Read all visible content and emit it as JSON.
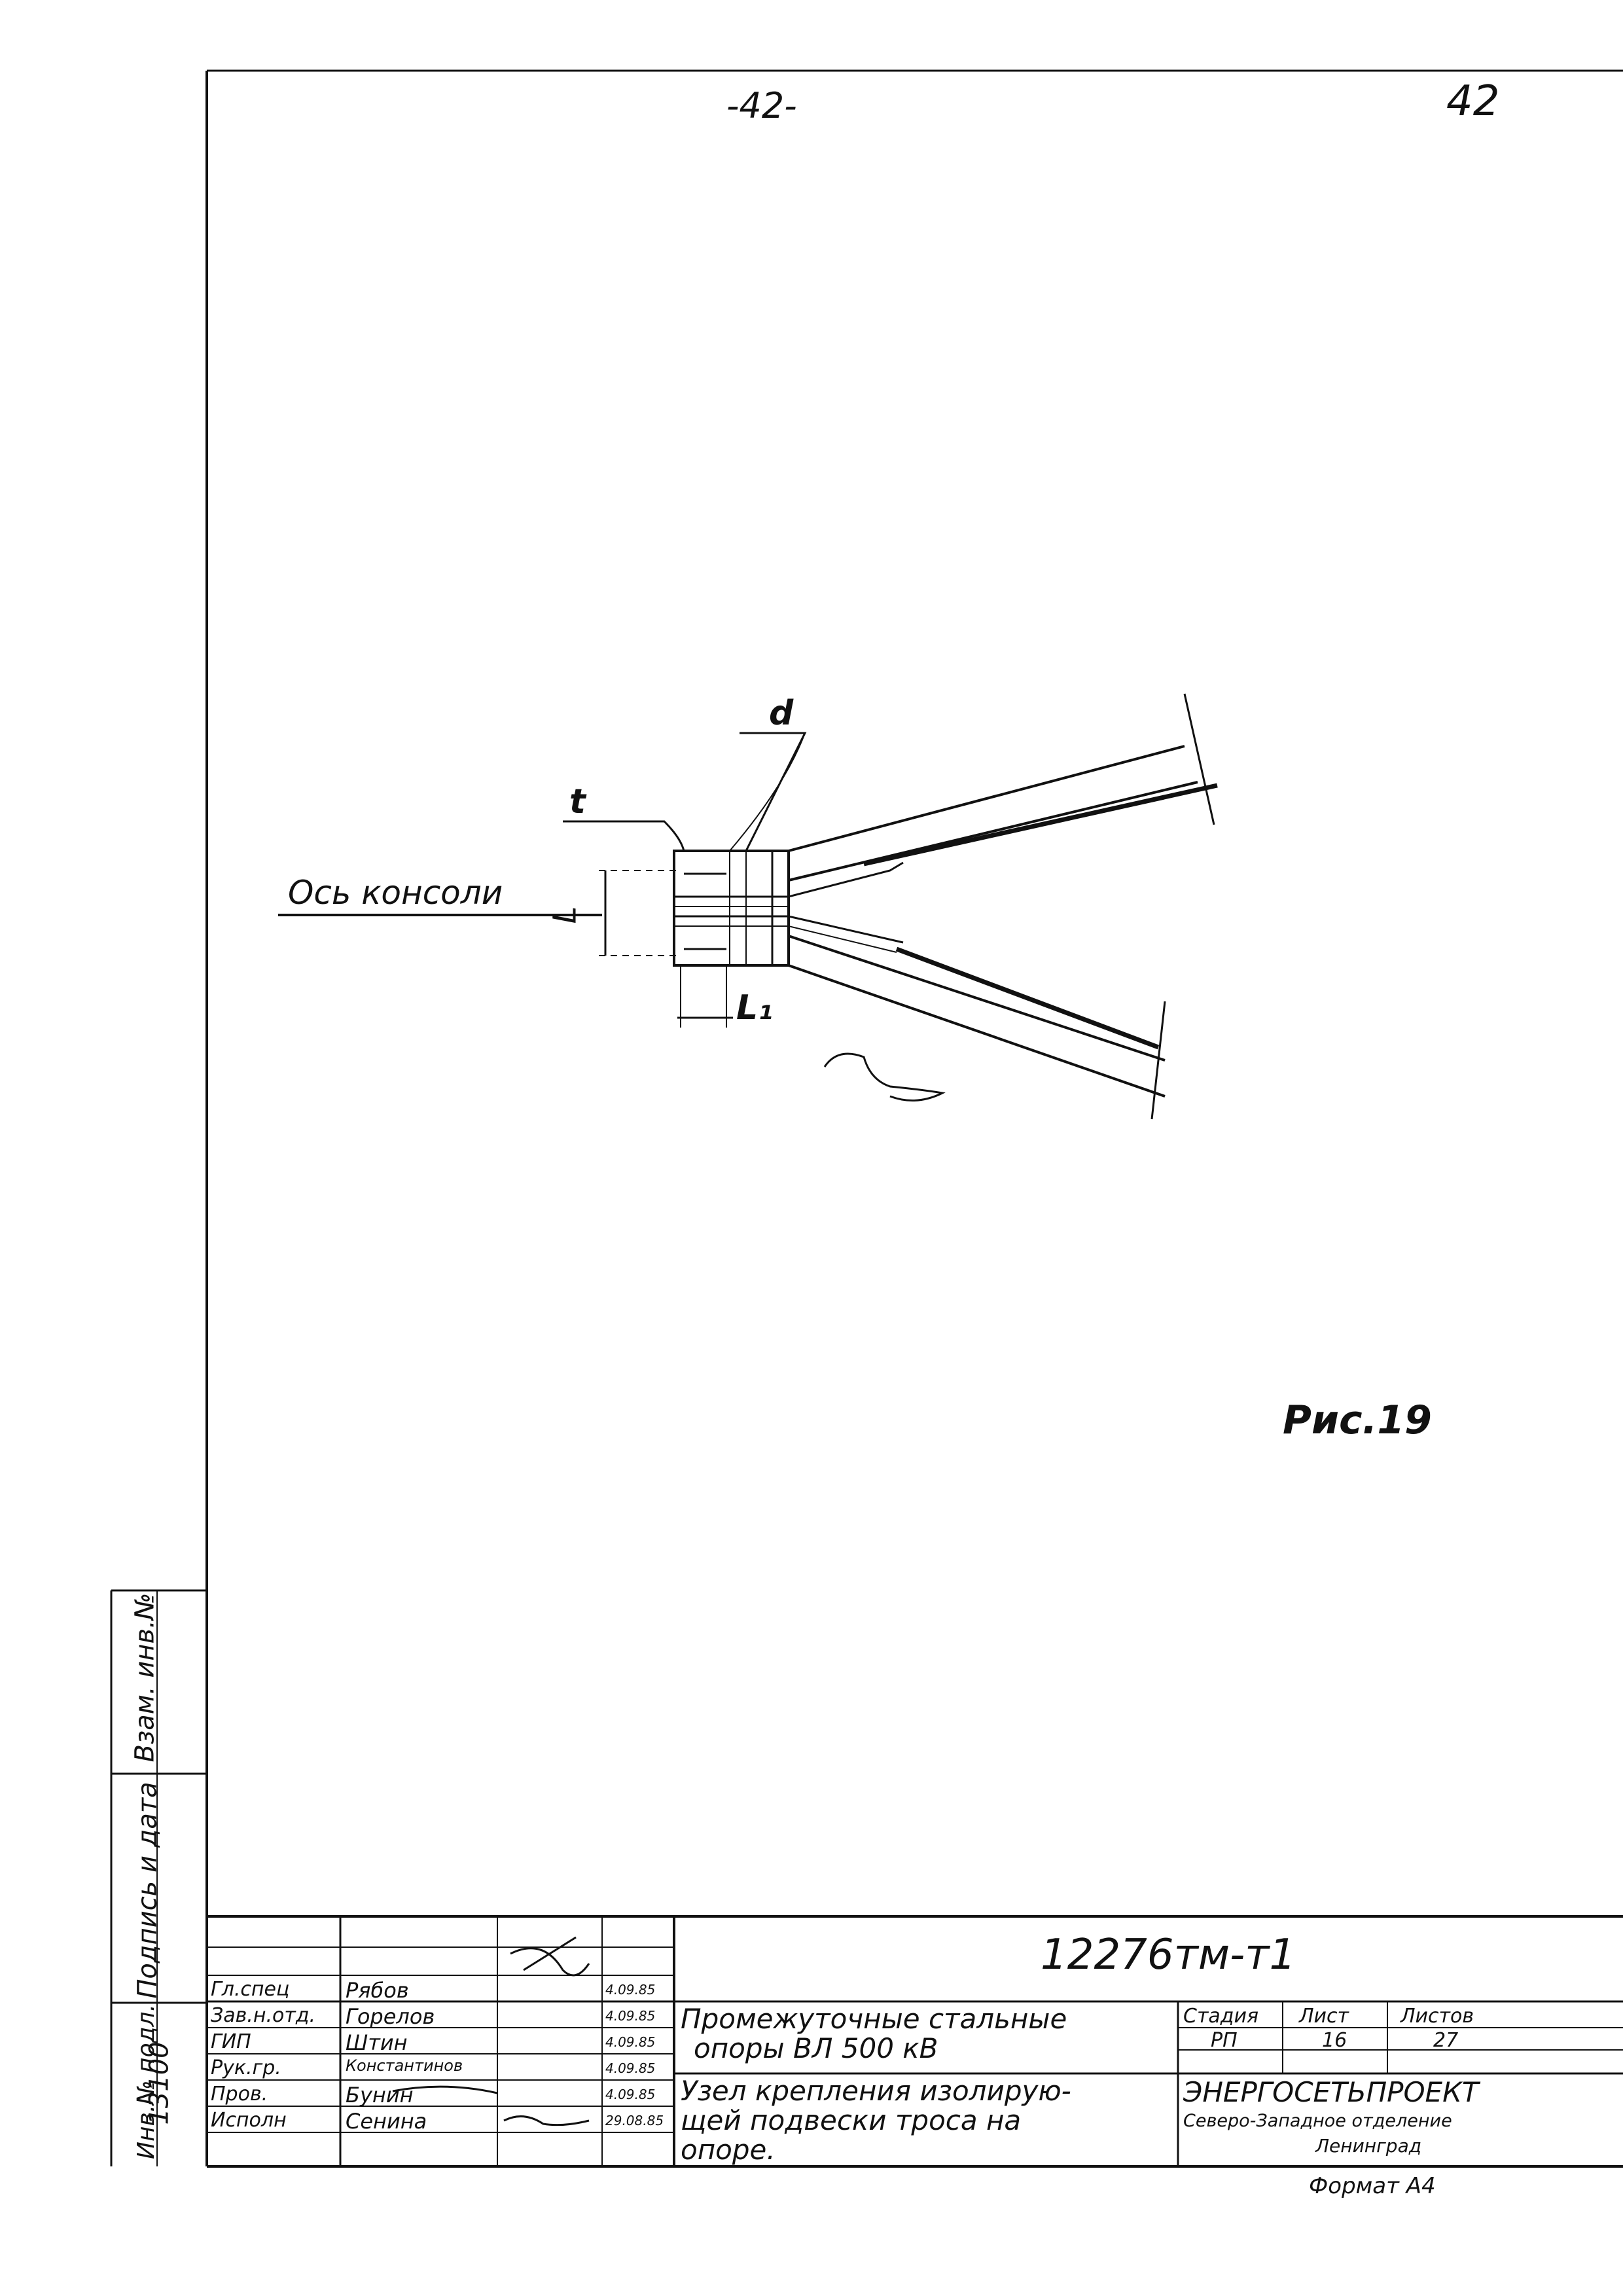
{
  "sheet": {
    "page_number_center": "-42-",
    "page_number_corner": "42",
    "figure_label": "Рис.19",
    "format": "Формат А4"
  },
  "drawing": {
    "axis_label": "Ось консоли",
    "dim_d": "d",
    "dim_t": "t",
    "dim_L": "L",
    "dim_L1": "L₁"
  },
  "side_stamp": {
    "vzam": "Взам. инв.№",
    "podpis": "Подпись и дата",
    "inv": "Инв.№ подл.",
    "inv_value": "13100"
  },
  "title_block": {
    "doc_code": "12276тм-т1",
    "rows": [
      {
        "role": "Гл.спец",
        "name": "Рябов",
        "date": "4.09.85"
      },
      {
        "role": "Зав.н.отд.",
        "name": "Горелов",
        "date": "4.09.85"
      },
      {
        "role": "ГИП",
        "name": "Штин",
        "date": "4.09.85"
      },
      {
        "role": "Рук.гр.",
        "name": "Константинов",
        "date": "4.09.85"
      },
      {
        "role": "Пров.",
        "name": "Бунин",
        "date": "4.09.85"
      },
      {
        "role": "Исполн",
        "name": "Сенина",
        "date": "29.08.85"
      }
    ],
    "object_title_1": "Промежуточные стальные",
    "object_title_2": "опоры ВЛ 500 кВ",
    "sheet_title_1": "Узел крепления изолирую-",
    "sheet_title_2": "щей подвески троса на",
    "sheet_title_3": "опоре.",
    "stage_header": "Стадия",
    "list_header": "Лист",
    "lists_header": "Листов",
    "stage_value": "РП",
    "list_value": "16",
    "lists_value": "27",
    "org_name": "ЭНЕРГОСЕТЬПРОЕКТ",
    "org_branch": "Северо-Западное отделение",
    "org_city": "Ленинград"
  }
}
